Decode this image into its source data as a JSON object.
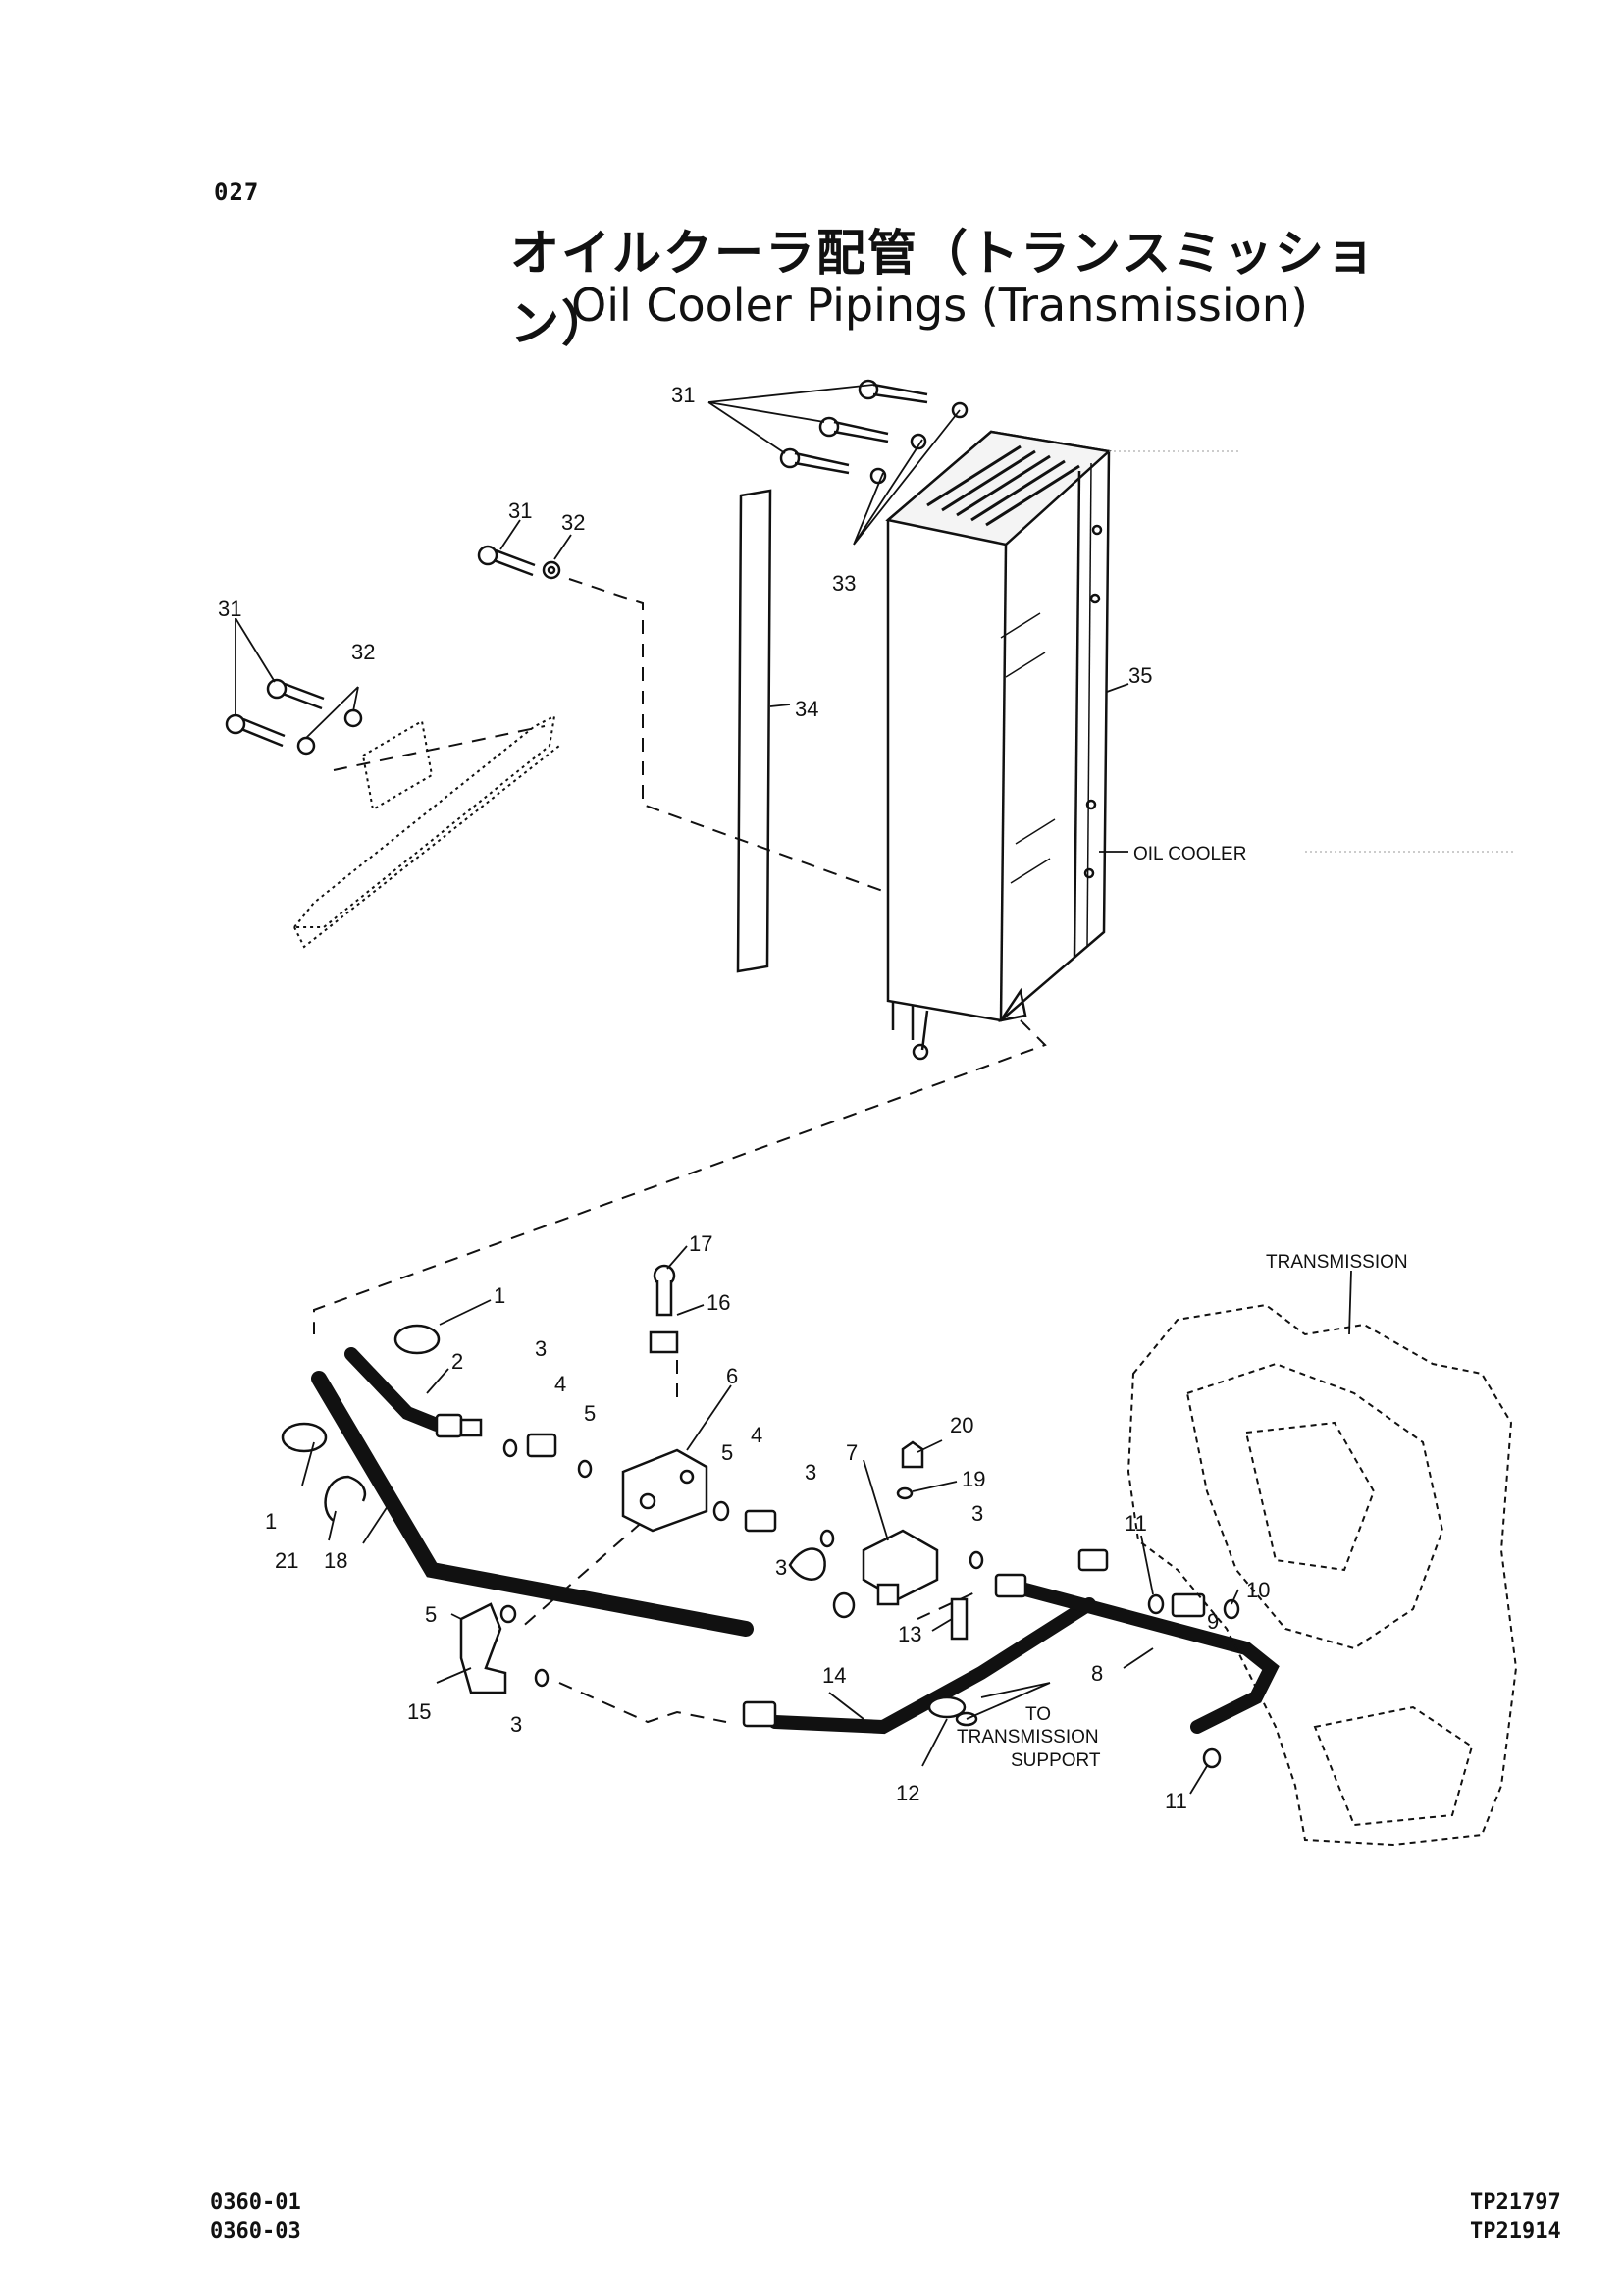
{
  "page_number": "027",
  "title": {
    "japanese": "オイルクーラ配管（トランスミッション）",
    "english": "Oil Cooler Pipings (Transmission)"
  },
  "callouts": {
    "c31a": "31",
    "c31b": "31",
    "c31c": "31",
    "c32a": "32",
    "c32b": "32",
    "c33": "33",
    "c34": "34",
    "c35": "35",
    "c17": "17",
    "c16": "16",
    "c1a": "1",
    "c1b": "1",
    "c2": "2",
    "c3a": "3",
    "c3b": "3",
    "c3c": "3",
    "c3d": "3",
    "c3e": "3",
    "c4a": "4",
    "c4b": "4",
    "c5a": "5",
    "c5b": "5",
    "c5c": "5",
    "c6": "6",
    "c7": "7",
    "c20": "20",
    "c19": "19",
    "c21": "21",
    "c18": "18",
    "c15": "15",
    "c14": "14",
    "c13": "13",
    "c12": "12",
    "c11a": "11",
    "c11b": "11",
    "c9": "9",
    "c10": "10",
    "c8": "8"
  },
  "labels": {
    "oil_cooler": "OIL COOLER",
    "transmission": "TRANSMISSION",
    "to": "TO",
    "transmission_line": "TRANSMISSION",
    "support": "SUPPORT"
  },
  "footer": {
    "left_codes": [
      "0360-01",
      "0360-03"
    ],
    "right_codes": [
      "TP21797",
      "TP21914"
    ]
  }
}
